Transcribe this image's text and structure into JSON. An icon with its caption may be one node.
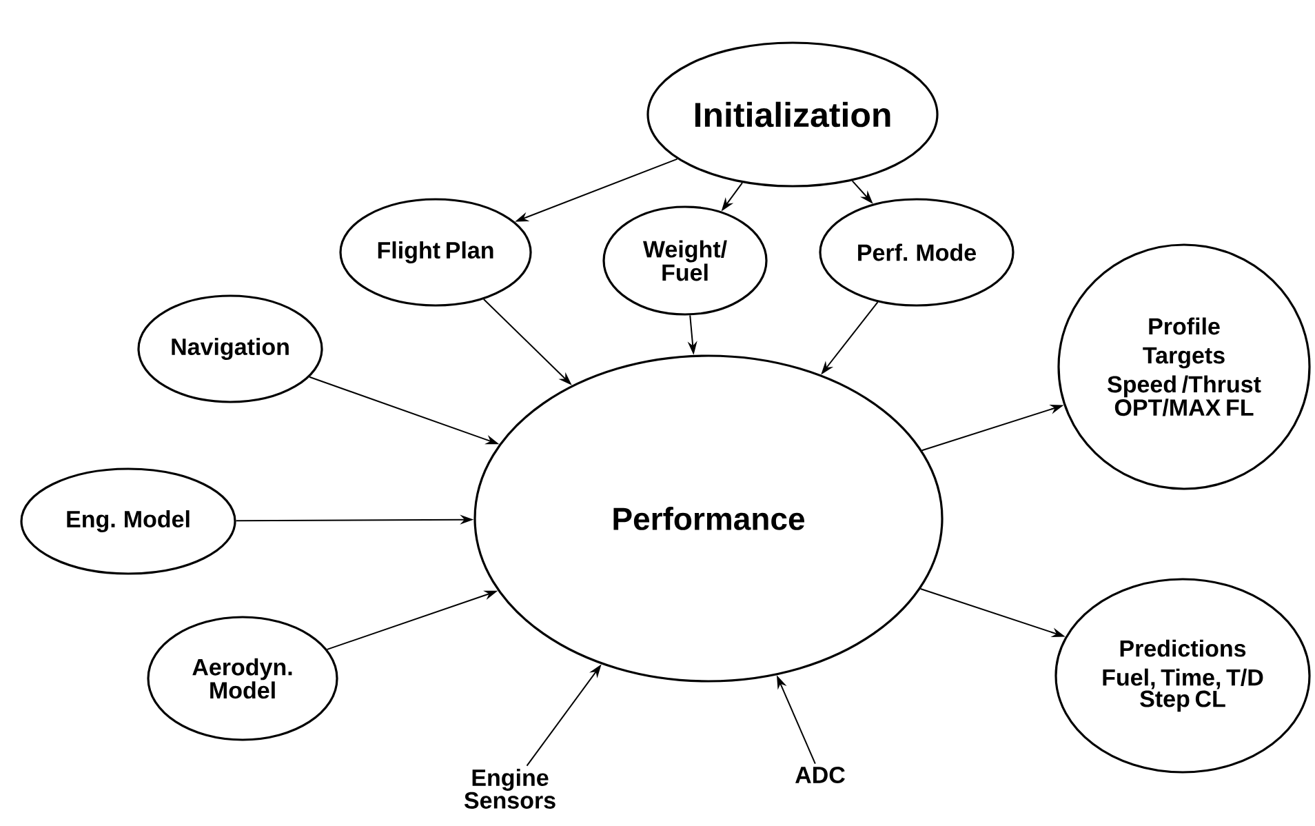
{
  "diagram": {
    "nodes": [
      {
        "text": [
          "Initialization"
        ]
      },
      {
        "text": [
          "Flight Plan"
        ]
      },
      {
        "text": [
          "Weight/ Fuel"
        ]
      },
      {
        "text": [
          "Perf. Mode"
        ]
      },
      {
        "text": [
          "Navigation"
        ]
      },
      {
        "text": [
          "Eng. Model"
        ]
      },
      {
        "text": [
          "Aerodyn. Model"
        ]
      },
      {
        "text": [
          "Performance"
        ]
      },
      {
        "text": [
          "Profile",
          "Targets",
          "Speed /Thrust",
          "OPT/MAX FL"
        ]
      },
      {
        "text": [
          "Predictions",
          "Fuel, Time, T/D",
          "Step CL"
        ]
      },
      {
        "text": [
          "Engine Sensors"
        ]
      },
      {
        "text": [
          "ADC"
        ]
      }
    ],
    "edges": [
      {
        "from": 0,
        "to": 1,
        "arrow": "to"
      },
      {
        "from": 0,
        "to": 2,
        "arrow": "to"
      },
      {
        "from": 0,
        "to": 3,
        "arrow": "to"
      },
      {
        "from": 1,
        "to": 7,
        "arrow": "to"
      },
      {
        "from": 2,
        "to": 7,
        "arrow": "to"
      },
      {
        "from": 3,
        "to": 7,
        "arrow": "to"
      },
      {
        "from": 4,
        "to": 7,
        "arrow": "to"
      },
      {
        "from": 5,
        "to": 7,
        "arrow": "to"
      },
      {
        "from": 6,
        "to": 7,
        "arrow": "to"
      },
      {
        "from": 10,
        "to": 7,
        "arrow": "to"
      },
      {
        "from": 11,
        "to": 7,
        "arrow": "to"
      },
      {
        "from": 7,
        "to": 8,
        "arrow": "to"
      },
      {
        "from": 7,
        "to": 9,
        "arrow": "to"
      }
    ]
  }
}
